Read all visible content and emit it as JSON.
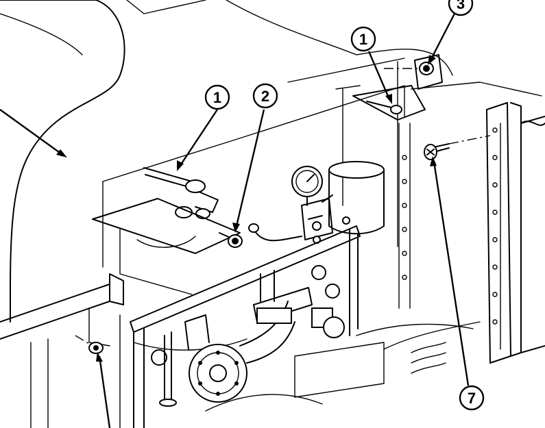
{
  "callouts": [
    {
      "id": "callout-1-left",
      "label": "1"
    },
    {
      "id": "callout-2",
      "label": "2"
    },
    {
      "id": "callout-1-right",
      "label": "1"
    },
    {
      "id": "callout-3",
      "label": "3"
    },
    {
      "id": "callout-7",
      "label": "7"
    }
  ]
}
